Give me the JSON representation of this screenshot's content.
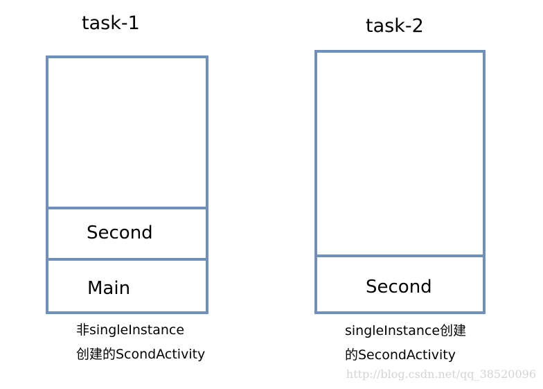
{
  "task1": {
    "title": "task-1",
    "slots": [
      "Second",
      "Main"
    ],
    "caption": [
      "非singleInstance",
      "创建的ScondActivity"
    ]
  },
  "task2": {
    "title": "task-2",
    "slots": [
      "Second"
    ],
    "caption": [
      "singleInstance创建",
      "的SecondActivity"
    ]
  },
  "watermark": "http://blog.csdn.net/qq_38520096",
  "colors": {
    "border": "#7090bc",
    "text": "#000000",
    "watermark": "#d4d4d4"
  }
}
